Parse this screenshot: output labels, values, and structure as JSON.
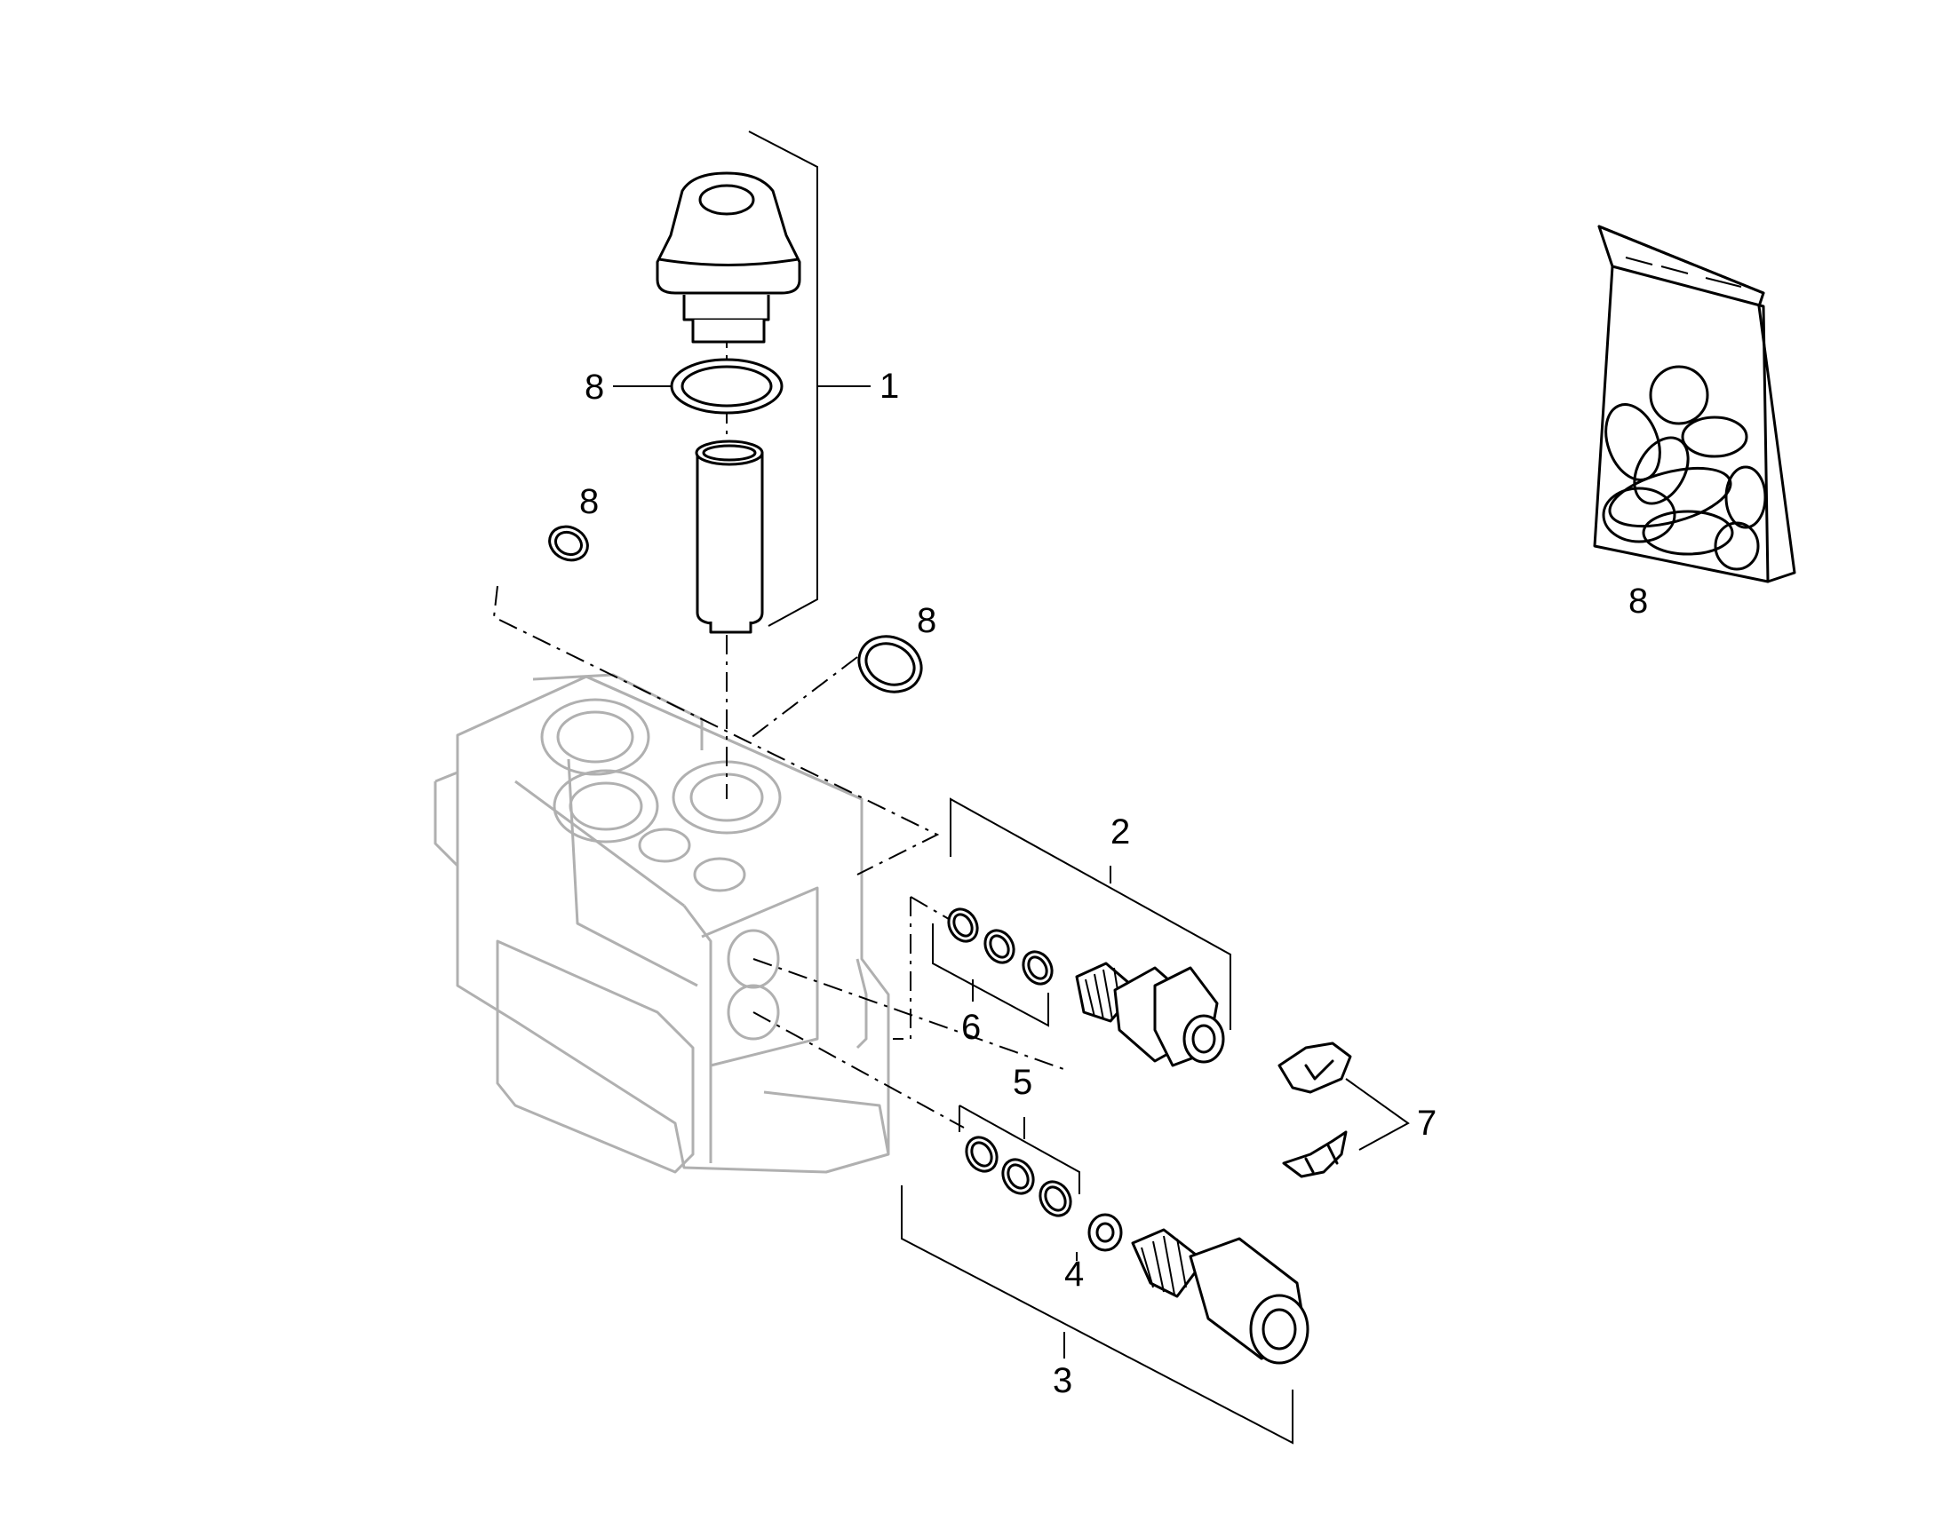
{
  "callouts": {
    "c1": "1",
    "c2": "2",
    "c3": "3",
    "c4": "4",
    "c5": "5",
    "c6": "6",
    "c7": "7",
    "c8a": "8",
    "c8b": "8",
    "c8c": "8",
    "c8d": "8"
  },
  "colors": {
    "ink": "#000000",
    "housing": "#b0b0b0",
    "background": "#ffffff"
  }
}
